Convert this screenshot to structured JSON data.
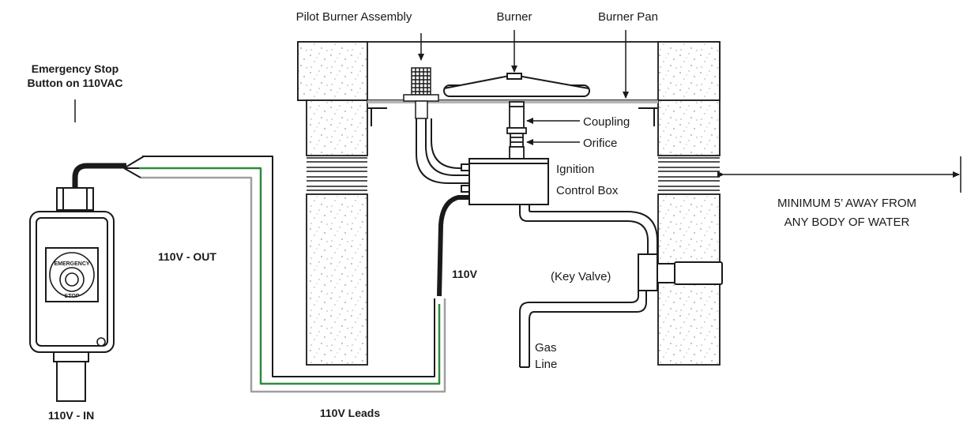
{
  "labels": {
    "pilot_burner_assembly": "Pilot Burner Assembly",
    "burner": "Burner",
    "burner_pan": "Burner Pan",
    "coupling": "Coupling",
    "orifice": "Orifice",
    "ignition_line1": "Ignition",
    "ignition_line2": "Control Box",
    "emergency_line1": "Emergency Stop",
    "emergency_line2": "Button on 110VAC",
    "v_out": "110V - OUT",
    "v_mid": "110V",
    "v_in": "110V - IN",
    "v_leads": "110V Leads",
    "key_valve": "(Key Valve)",
    "gas_line1": "Gas",
    "gas_line2": "Line",
    "minimum_line1": "MINIMUM 5’ AWAY FROM",
    "minimum_line2": "ANY BODY OF WATER",
    "stop_top": "EMERGENCY",
    "stop_bottom": "STOP"
  },
  "colors": {
    "line": "#1a1a1a",
    "ground_wire": "#2e8b3d",
    "neutral_wire": "#a0a0a0",
    "pan": "#b4b4b4"
  }
}
